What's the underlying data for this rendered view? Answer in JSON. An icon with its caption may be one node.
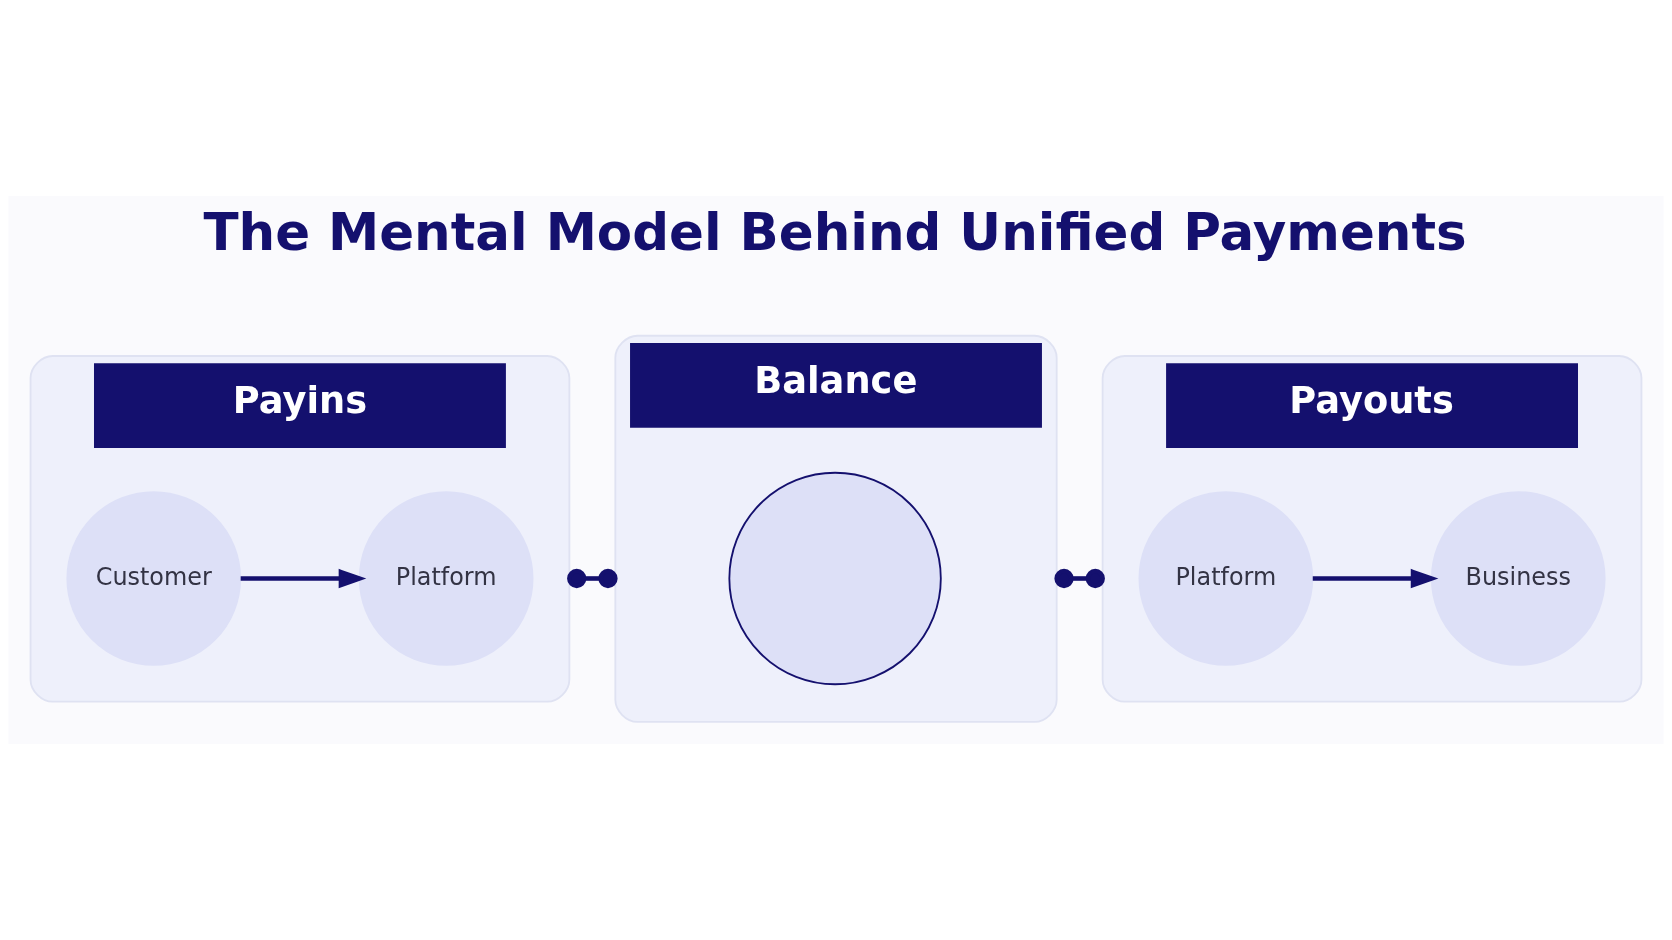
{
  "diagram": {
    "title": "The Mental Model Behind Unified Payments",
    "nodes": [
      {
        "text": [
          "Payins"
        ]
      },
      {
        "text": [
          "Customer"
        ],
        "in": 0
      },
      {
        "text": [
          "Platform"
        ],
        "in": 0
      },
      {
        "text": [
          "Balance"
        ]
      },
      {
        "text": [],
        "shape": "circle",
        "in": 3
      },
      {
        "text": [
          "Payouts"
        ]
      },
      {
        "text": [
          "Platform"
        ],
        "in": 5
      },
      {
        "text": [
          "Business"
        ],
        "in": 5
      }
    ],
    "edges": [
      {
        "from": 1,
        "to": 2,
        "arrow": "to"
      },
      {
        "from": 0,
        "to": 3,
        "arrow": "other"
      },
      {
        "from": 3,
        "to": 5,
        "arrow": "other"
      },
      {
        "from": 6,
        "to": 7,
        "arrow": "to"
      }
    ]
  }
}
